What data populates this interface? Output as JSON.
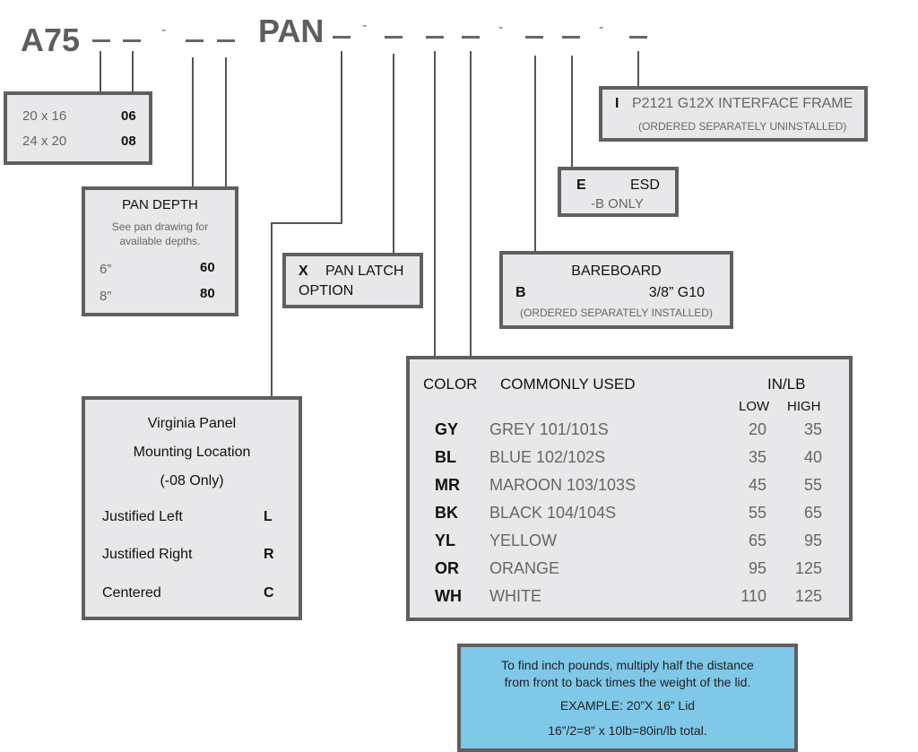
{
  "header": {
    "prefix": "A75",
    "middle": "PAN"
  },
  "size_box": {
    "rows": [
      {
        "label": "20 x 16",
        "code": "06"
      },
      {
        "label": "24 x 20",
        "code": "08"
      }
    ]
  },
  "pan_depth_box": {
    "title": "PAN DEPTH",
    "note_line1": "See pan drawing for",
    "note_line2": "available depths.",
    "rows": [
      {
        "label": "6”",
        "code": "60"
      },
      {
        "label": "8”",
        "code": "80"
      }
    ]
  },
  "mounting_box": {
    "line1": "Virginia Panel",
    "line2": "Mounting Location",
    "line3": "(-08 Only)",
    "rows": [
      {
        "label": "Justified Left",
        "code": "L"
      },
      {
        "label": "Justified Right",
        "code": "R"
      },
      {
        "label": "Centered",
        "code": "C"
      }
    ]
  },
  "latch_box": {
    "code": "X",
    "line1": "PAN LATCH",
    "line2": "OPTION"
  },
  "bareboard_box": {
    "title": "BAREBOARD",
    "code": "B",
    "value": "3/8” G10",
    "note": "(ORDERED SEPARATELY  INSTALLED)"
  },
  "esd_box": {
    "code": "E",
    "label": "ESD",
    "note": "-B ONLY"
  },
  "interface_box": {
    "code": "I",
    "label": "P2121 G12X INTERFACE FRAME",
    "note": "(ORDERED SEPARATELY UNINSTALLED)"
  },
  "color_box": {
    "col_color": "COLOR",
    "col_common": "COMMONLY USED",
    "col_inlb": "IN/LB",
    "col_low": "LOW",
    "col_high": "HIGH",
    "rows": [
      {
        "code": "GY",
        "name": "GREY   101/101S",
        "low": "20",
        "high": "35"
      },
      {
        "code": "BL",
        "name": "BLUE   102/102S",
        "low": "35",
        "high": "40"
      },
      {
        "code": "MR",
        "name": "MAROON 103/103S",
        "low": "45",
        "high": "55"
      },
      {
        "code": "BK",
        "name": "BLACK 104/104S",
        "low": "55",
        "high": "65"
      },
      {
        "code": "YL",
        "name": "YELLOW",
        "low": "65",
        "high": "95"
      },
      {
        "code": "OR",
        "name": "ORANGE",
        "low": "95",
        "high": "125"
      },
      {
        "code": "WH",
        "name": "WHITE",
        "low": "110",
        "high": "125"
      }
    ]
  },
  "info_box": {
    "line1": "To find inch pounds, multiply half the distance",
    "line2": "from front to back times the weight of the lid.",
    "line3": "EXAMPLE:  20”X 16” Lid",
    "line4": "16”/2=8” x 10lb=80in/lb total."
  },
  "colors": {
    "box_fill": "#e8e8ea",
    "box_border": "#5f5f61",
    "info_fill": "#7fc8e8",
    "header_text": "#5e5e60"
  }
}
